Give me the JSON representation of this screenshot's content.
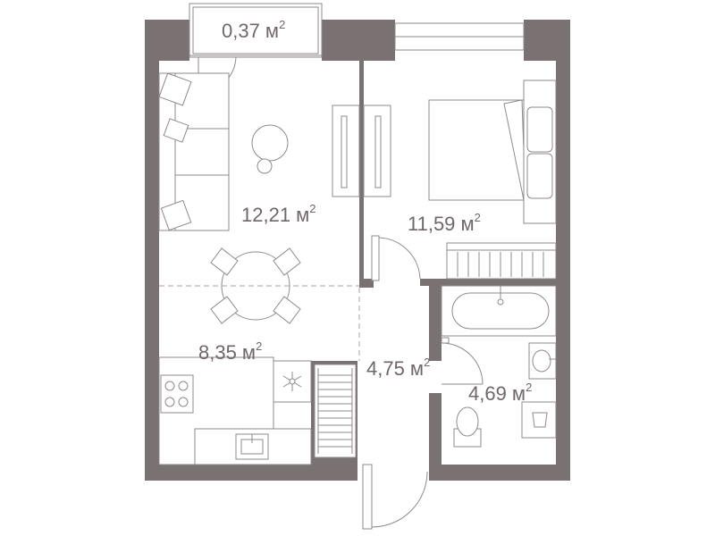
{
  "colors": {
    "wall": "#7a7172",
    "line": "#8f8a8b",
    "text": "#6f6768",
    "background": "#ffffff"
  },
  "rooms": [
    {
      "id": "balcony",
      "area": "0,37 м",
      "unit_sup": "2"
    },
    {
      "id": "living",
      "area": "12,21 м",
      "unit_sup": "2"
    },
    {
      "id": "bedroom",
      "area": "11,59 м",
      "unit_sup": "2"
    },
    {
      "id": "kitchen",
      "area": "8,35 м",
      "unit_sup": "2"
    },
    {
      "id": "hallway",
      "area": "4,75 м",
      "unit_sup": "2"
    },
    {
      "id": "bathroom",
      "area": "4,69 м",
      "unit_sup": "2"
    }
  ],
  "icons": {
    "fridge": "snowflake-icon",
    "stove": "cooktop-icon",
    "sink": "sink-icon",
    "bathtub": "bathtub-icon",
    "toilet": "toilet-icon"
  }
}
